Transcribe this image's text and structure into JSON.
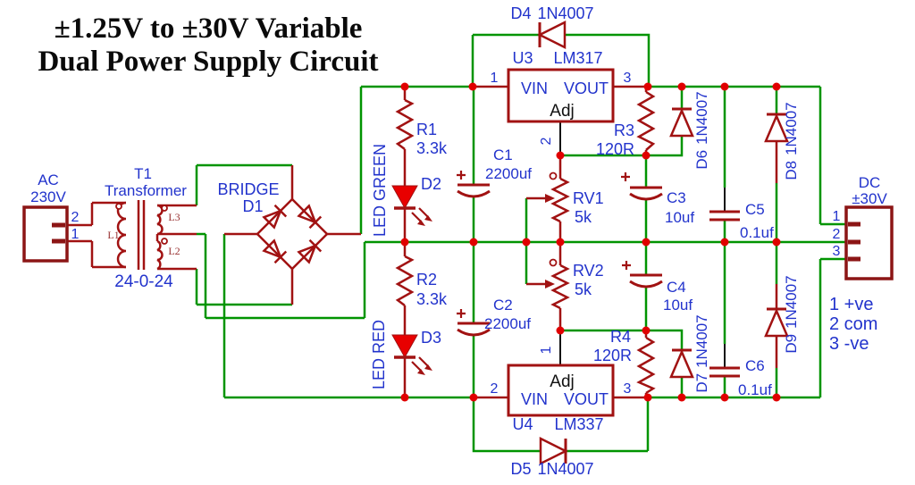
{
  "title": {
    "line1": "±1.25V to ±30V Variable",
    "line2": "Dual Power Supply Circuit"
  },
  "colors": {
    "wire_green": "#009400",
    "component_red": "#A11212",
    "connector_maroon": "#8C1515",
    "junction_red": "#E00000",
    "led_fill_red": "#E80000",
    "label_blue": "#2233CC",
    "title_black": "#0A0A0A"
  },
  "ac_connector": {
    "label": "AC",
    "voltage": "230V",
    "pin_top": "2",
    "pin_bottom": "1"
  },
  "transformer": {
    "ref": "T1",
    "label": "Transformer",
    "rating": "24-0-24",
    "winding_primary": "L1",
    "winding_sec_top": "L3",
    "winding_sec_bottom": "L2"
  },
  "bridge": {
    "label": "BRIDGE",
    "ref": "D1"
  },
  "leds": {
    "d2": {
      "ref": "D2",
      "label": "LED GREEN"
    },
    "d3": {
      "ref": "D3",
      "label": "LED RED"
    }
  },
  "resistors": {
    "r1": {
      "ref": "R1",
      "value": "3.3k"
    },
    "r2": {
      "ref": "R2",
      "value": "3.3k"
    },
    "r3": {
      "ref": "R3",
      "value": "120R"
    },
    "r4": {
      "ref": "R4",
      "value": "120R"
    }
  },
  "pots": {
    "rv1": {
      "ref": "RV1",
      "value": "5k"
    },
    "rv2": {
      "ref": "RV2",
      "value": "5k"
    }
  },
  "caps": {
    "c1": {
      "ref": "C1",
      "value": "2200uf"
    },
    "c2": {
      "ref": "C2",
      "value": "2200uf"
    },
    "c3": {
      "ref": "C3",
      "value": "10uf"
    },
    "c4": {
      "ref": "C4",
      "value": "10uf"
    },
    "c5": {
      "ref": "C5",
      "value": "0.1uf"
    },
    "c6": {
      "ref": "C6",
      "value": "0.1uf"
    }
  },
  "diodes": {
    "d4": {
      "ref": "D4",
      "part": "1N4007"
    },
    "d5": {
      "ref": "D5",
      "part": "1N4007"
    },
    "d6": {
      "ref": "D6",
      "part": "1N4007"
    },
    "d7": {
      "ref": "D7",
      "part": "1N4007"
    },
    "d8": {
      "ref": "D8",
      "part": "1N4007"
    },
    "d9": {
      "ref": "D9",
      "part": "1N4007"
    }
  },
  "regulators": {
    "u3": {
      "ref": "U3",
      "part": "LM317",
      "vin": "VIN",
      "vout": "VOUT",
      "adj": "Adj",
      "pin_in": "1",
      "pin_out": "3",
      "pin_adj": "2"
    },
    "u4": {
      "ref": "U4",
      "part": "LM337",
      "vin": "VIN",
      "vout": "VOUT",
      "adj": "Adj",
      "pin_in": "2",
      "pin_out": "3",
      "pin_adj": "1"
    }
  },
  "dc_connector": {
    "label": "DC",
    "voltage": "±30V",
    "pin_1": "1",
    "pin_2": "2",
    "pin_3": "3",
    "legend_1": "1 +ve",
    "legend_2": "2 com",
    "legend_3": "3 -ve"
  }
}
